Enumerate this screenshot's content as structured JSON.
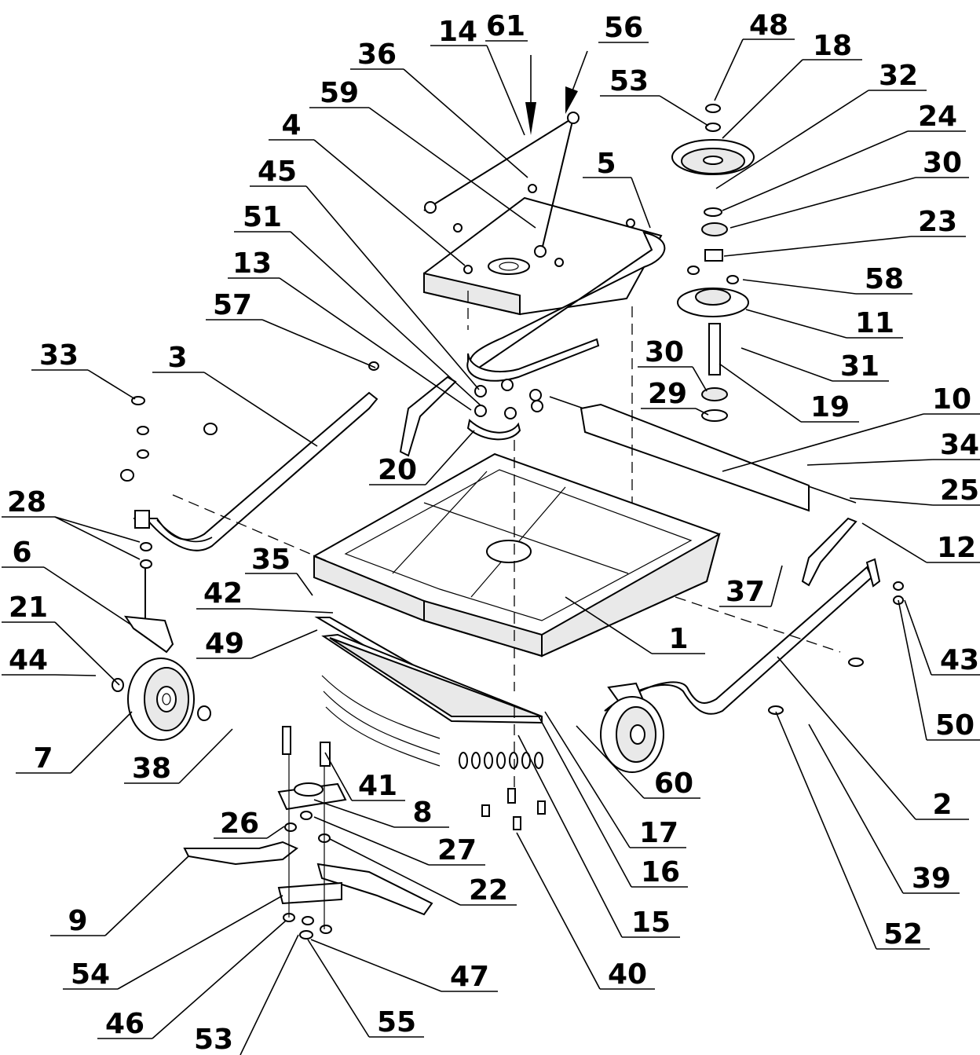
{
  "labels": [
    "14",
    "61",
    "56",
    "48",
    "36",
    "18",
    "53",
    "32",
    "59",
    "24",
    "4",
    "30",
    "45",
    "5",
    "23",
    "51",
    "58",
    "13",
    "11",
    "57",
    "30",
    "31",
    "33",
    "3",
    "29",
    "19",
    "10",
    "34",
    "20",
    "25",
    "28",
    "12",
    "6",
    "35",
    "37",
    "42",
    "21",
    "49",
    "1",
    "43",
    "44",
    "50",
    "7",
    "38",
    "41",
    "8",
    "60",
    "2",
    "26",
    "27",
    "17",
    "22",
    "16",
    "39",
    "9",
    "15",
    "52",
    "54",
    "47",
    "40",
    "46",
    "55",
    "53"
  ]
}
